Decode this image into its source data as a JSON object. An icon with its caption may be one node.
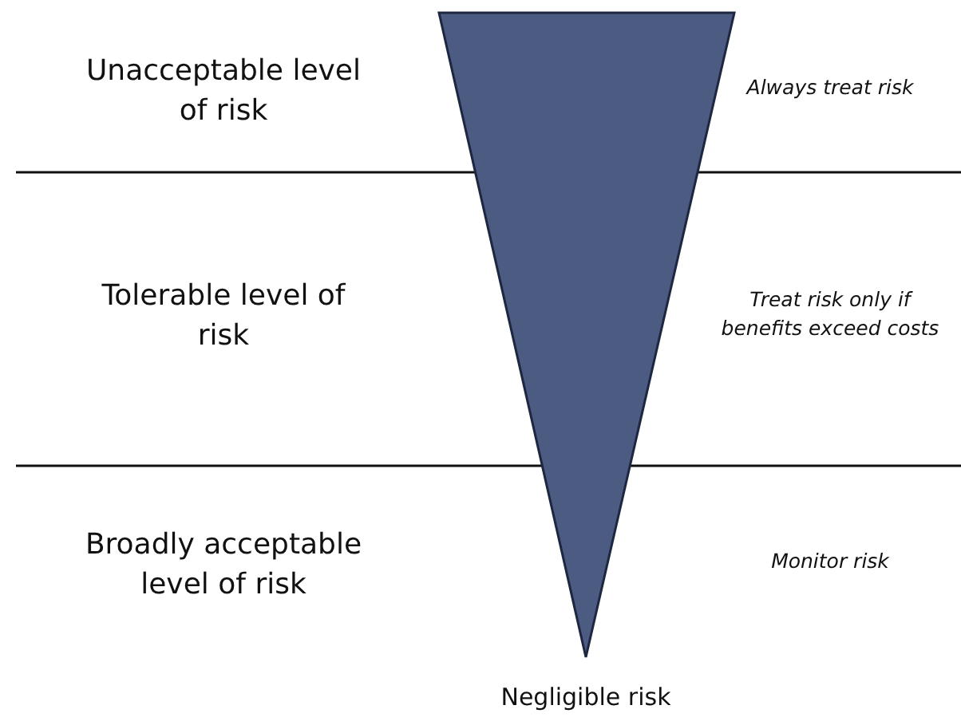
{
  "diagram": {
    "nodes": [
      {
        "text": [],
        "shape": "triangle",
        "beside": [
          "Negligible risk"
        ]
      }
    ],
    "edges": [],
    "labels": [
      "Unacceptable level of risk",
      "Always treat risk",
      "Tolerable level of risk",
      "Treat risk only if benefits exceed costs",
      "Broadly acceptable level of risk",
      "Monitor risk"
    ]
  }
}
